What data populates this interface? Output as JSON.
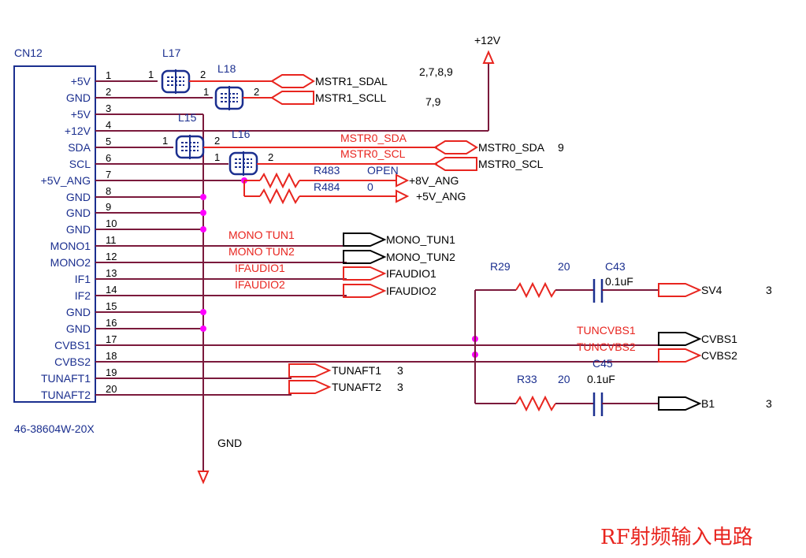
{
  "connector": {
    "ref": "CN12",
    "part": "46-38604W-20X",
    "pins": [
      {
        "num": "1",
        "name": "+5V"
      },
      {
        "num": "2",
        "name": "GND"
      },
      {
        "num": "3",
        "name": "+5V"
      },
      {
        "num": "4",
        "name": "+12V"
      },
      {
        "num": "5",
        "name": "SDA"
      },
      {
        "num": "6",
        "name": "SCL"
      },
      {
        "num": "7",
        "name": "+5V_ANG"
      },
      {
        "num": "8",
        "name": "GND"
      },
      {
        "num": "9",
        "name": "GND"
      },
      {
        "num": "10",
        "name": "GND"
      },
      {
        "num": "11",
        "name": "MONO1"
      },
      {
        "num": "12",
        "name": "MONO2"
      },
      {
        "num": "13",
        "name": "IF1"
      },
      {
        "num": "14",
        "name": "IF2"
      },
      {
        "num": "15",
        "name": "GND"
      },
      {
        "num": "16",
        "name": "GND"
      },
      {
        "num": "17",
        "name": "CVBS1"
      },
      {
        "num": "18",
        "name": "CVBS2"
      },
      {
        "num": "19",
        "name": "TUNAFT1"
      },
      {
        "num": "20",
        "name": "TUNAFT2"
      }
    ]
  },
  "inductors": {
    "l17": {
      "ref": "L17",
      "pin1": "1",
      "pin2": "2"
    },
    "l18": {
      "ref": "L18",
      "pin1": "1",
      "pin2": "2"
    },
    "l15": {
      "ref": "L15",
      "pin1": "1",
      "pin2": "2"
    },
    "l16": {
      "ref": "L16",
      "pin1": "1",
      "pin2": "2"
    }
  },
  "resistors": {
    "r483": {
      "ref": "R483",
      "value": "OPEN"
    },
    "r484": {
      "ref": "R484",
      "value": "0"
    },
    "r29": {
      "ref": "R29",
      "value": "20"
    },
    "r33": {
      "ref": "R33",
      "value": "20"
    }
  },
  "capacitors": {
    "c43": {
      "ref": "C43",
      "value": "0.1uF"
    },
    "c45": {
      "ref": "C45",
      "value": "0.1uF"
    }
  },
  "power": {
    "p12v": "+12V",
    "gnd": "GND",
    "p8v_ang": "+8V_ANG",
    "p5v_ang": "+5V_ANG"
  },
  "ports": {
    "mstr1_sdal": "MSTR1_SDAL",
    "mstr1_scll": "MSTR1_SCLL",
    "mstr1_sdal_ref": "2,7,8,9",
    "mstr1_scll_ref": "7,9",
    "mstr0_sda": "MSTR0_SDA",
    "mstr0_sda_ref": "9",
    "mstr0_scl": "MSTR0_SCL",
    "mono_tun1": "MONO_TUN1",
    "mono_tun2": "MONO_TUN2",
    "ifaudio1": "IFAUDIO1",
    "ifaudio2": "IFAUDIO2",
    "sv4": "SV4",
    "sv4_ref": "3",
    "cvbs1": "CVBS1",
    "cvbs2": "CVBS2",
    "b1": "B1",
    "b1_ref": "3",
    "tunaft1": "TUNAFT1",
    "tunaft1_ref": "3",
    "tunaft2": "TUNAFT2",
    "tunaft2_ref": "3"
  },
  "net_labels": {
    "mstr0_sda": "MSTR0_SDA",
    "mstr0_scl": "MSTR0_SCL",
    "mono_tun1": "MONO TUN1",
    "mono_tun2": "MONO TUN2",
    "ifaudio1": "IFAUDIO1",
    "ifaudio2": "IFAUDIO2",
    "tuncvbs1": "TUNCVBS1",
    "tuncvbs2": "TUNCVBS2"
  },
  "title": "RF射频输入电路",
  "colors": {
    "wire": "#7b1a3c",
    "red": "#e8251f",
    "blue": "#1b2f8f",
    "junction": "#ff00ff"
  }
}
